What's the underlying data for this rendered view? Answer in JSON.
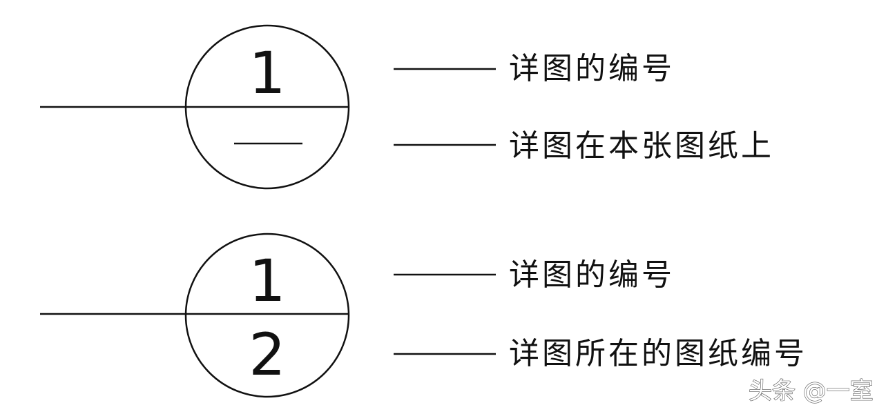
{
  "symbol_same_sheet": {
    "detail_number": "1",
    "labels": {
      "detail_number": "详图的编号",
      "location": "详图在本张图纸上"
    }
  },
  "symbol_other_sheet": {
    "detail_number": "1",
    "sheet_number": "2",
    "labels": {
      "detail_number": "详图的编号",
      "sheet_number": "详图所在的图纸编号"
    }
  },
  "watermark": {
    "text": "头条 @一室"
  }
}
